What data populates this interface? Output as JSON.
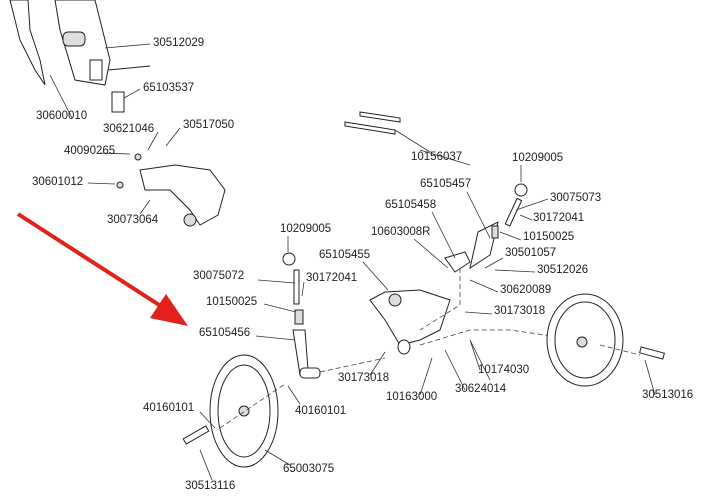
{
  "colors": {
    "arrow": "#e3211c",
    "lines": "#333333"
  },
  "callouts": {
    "c30512029": "30512029",
    "c65103537": "65103537",
    "c30600010": "30600010",
    "c30621046": "30621046",
    "c30517050": "30517050",
    "c40090265": "40090265",
    "c30601012": "30601012",
    "c30073064": "30073064",
    "c10156037": "10156037",
    "c10209005_r": "10209005",
    "c65105457": "65105457",
    "c30075073": "30075073",
    "c65105458": "65105458",
    "c30172041_r": "30172041",
    "c10603008R": "10603008R",
    "c10150025_r": "10150025",
    "c30501057": "30501057",
    "c30512026": "30512026",
    "c30620089": "30620089",
    "c30173018_r": "30173018",
    "c10209005_l": "10209005",
    "c65105455": "65105455",
    "c30075072": "30075072",
    "c30172041_l": "30172041",
    "c10150025_l": "10150025",
    "c65105456": "65105456",
    "c30173018_l": "30173018",
    "c10163000": "10163000",
    "c30624014": "30624014",
    "c10174030": "10174030",
    "c30513016": "30513016",
    "c40160101_l": "40160101",
    "c40160101_r": "40160101",
    "c30513116": "30513116",
    "c65003075": "65003075"
  }
}
